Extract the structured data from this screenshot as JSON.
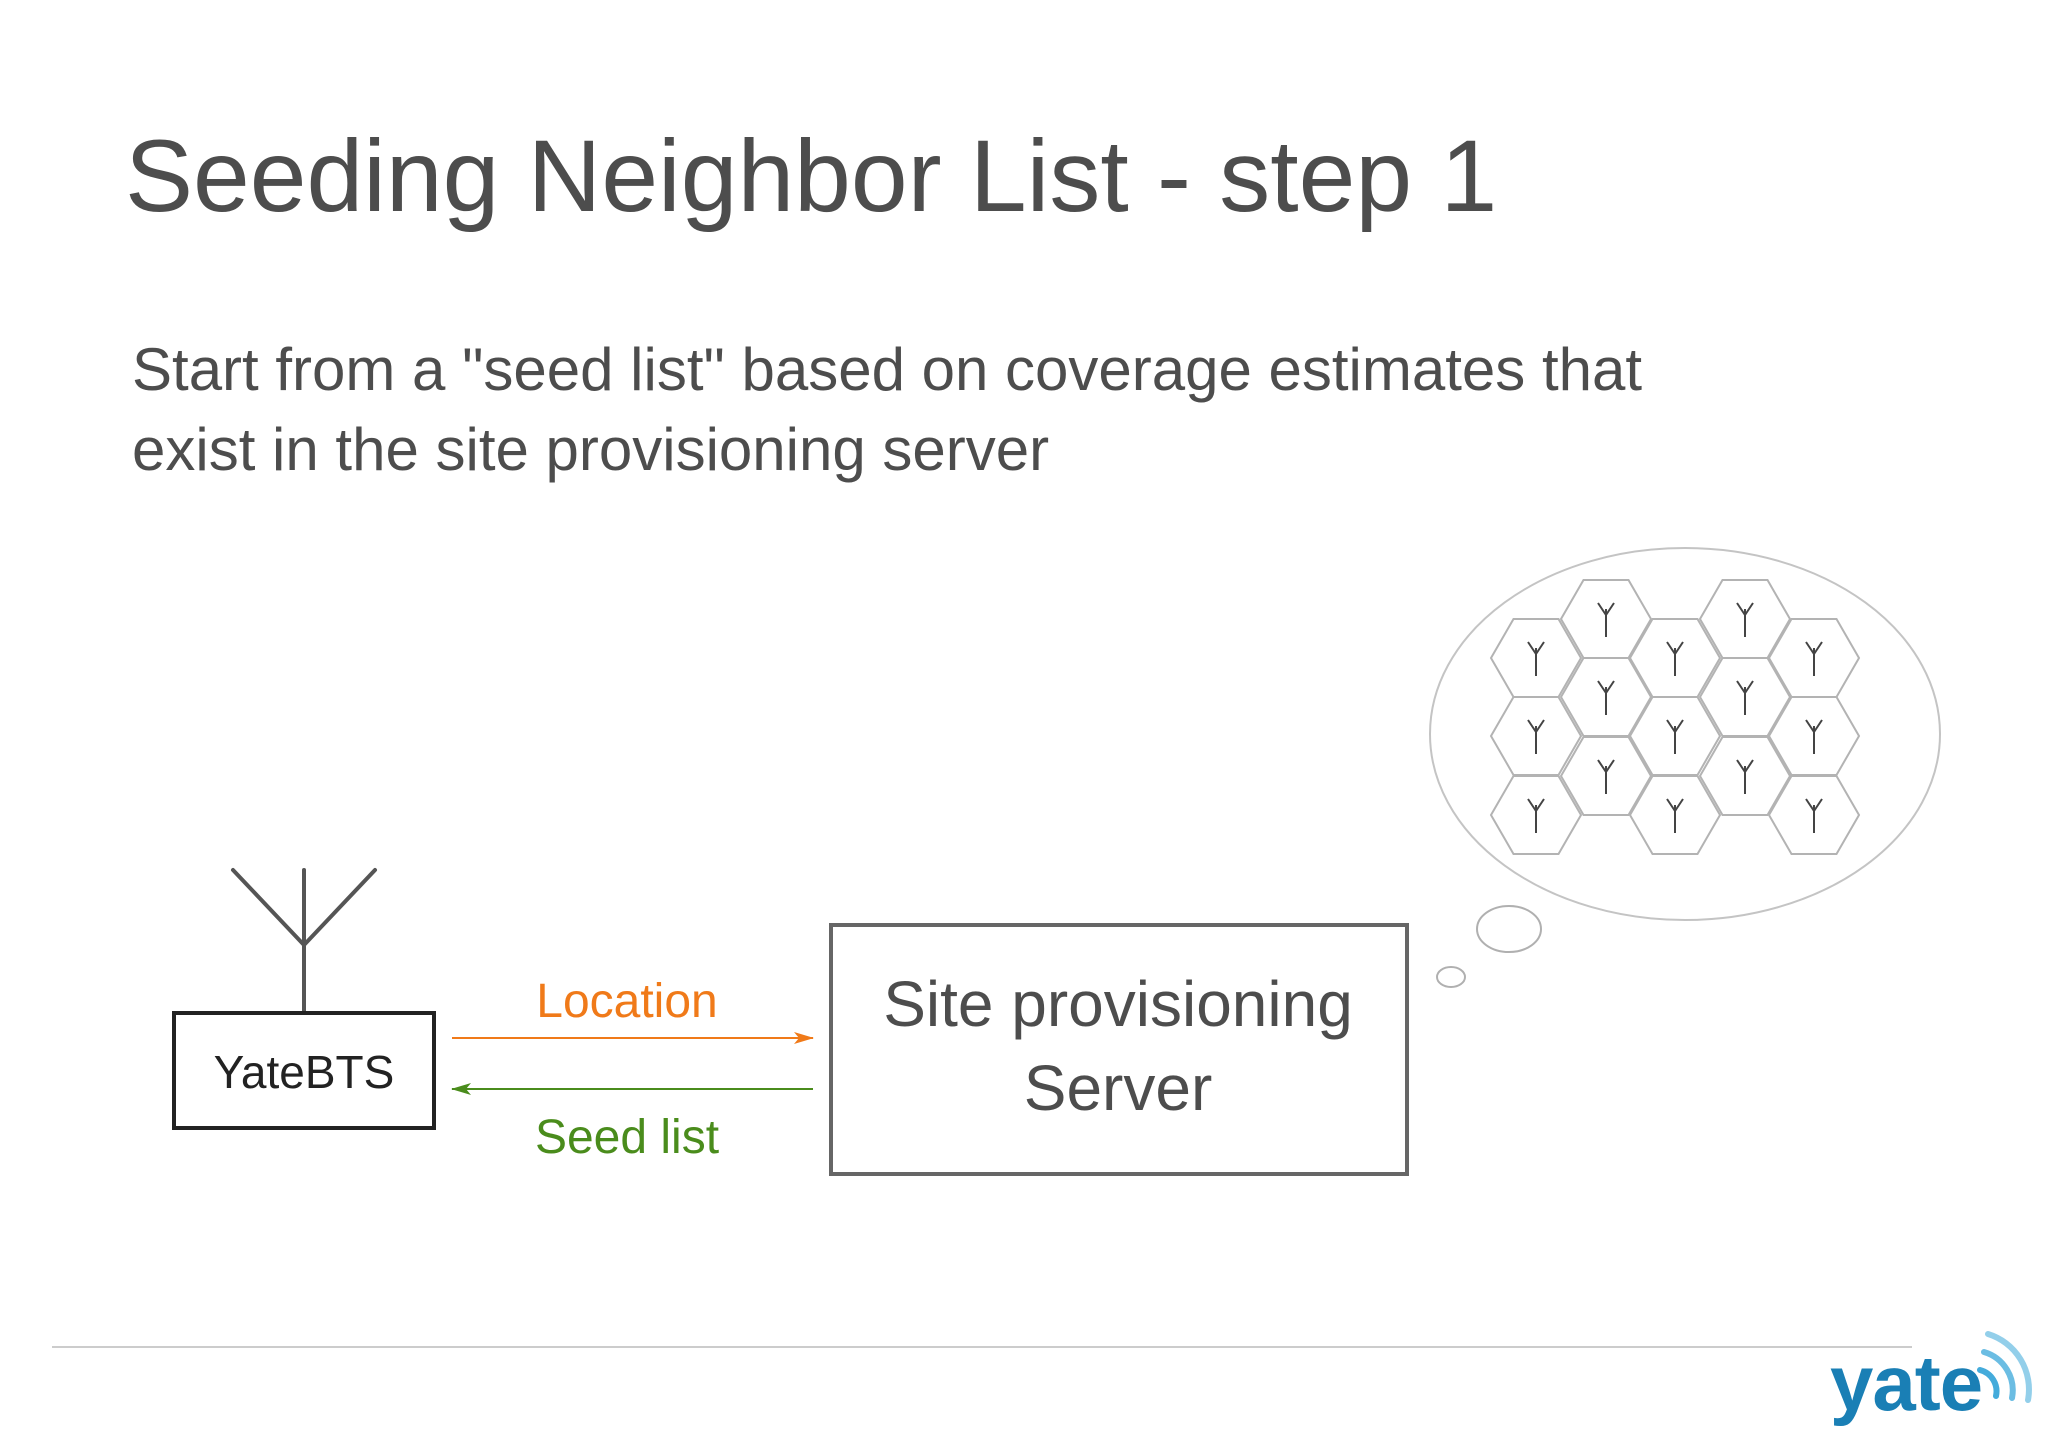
{
  "slide": {
    "title": "Seeding Neighbor List - step 1",
    "body_lines": [
      "Start from a \"seed list\" based on coverage estimates that",
      "exist in the site provisioning server"
    ]
  },
  "diagram": {
    "bts_label": "YateBTS",
    "server_label_lines": [
      "Site provisioning",
      "Server"
    ],
    "location_label": "Location",
    "seed_list_label": "Seed list",
    "colors": {
      "location": "#f07a19",
      "seed_list": "#4a8c1c",
      "stroke": "#555555",
      "hex": "#b3b3b3"
    },
    "icons": [
      "antenna-icon",
      "hexagon-cell-icon",
      "thought-bubble-icon"
    ]
  },
  "footer": {
    "logo_text": "yate",
    "logo_color": "#1a7fb5"
  }
}
